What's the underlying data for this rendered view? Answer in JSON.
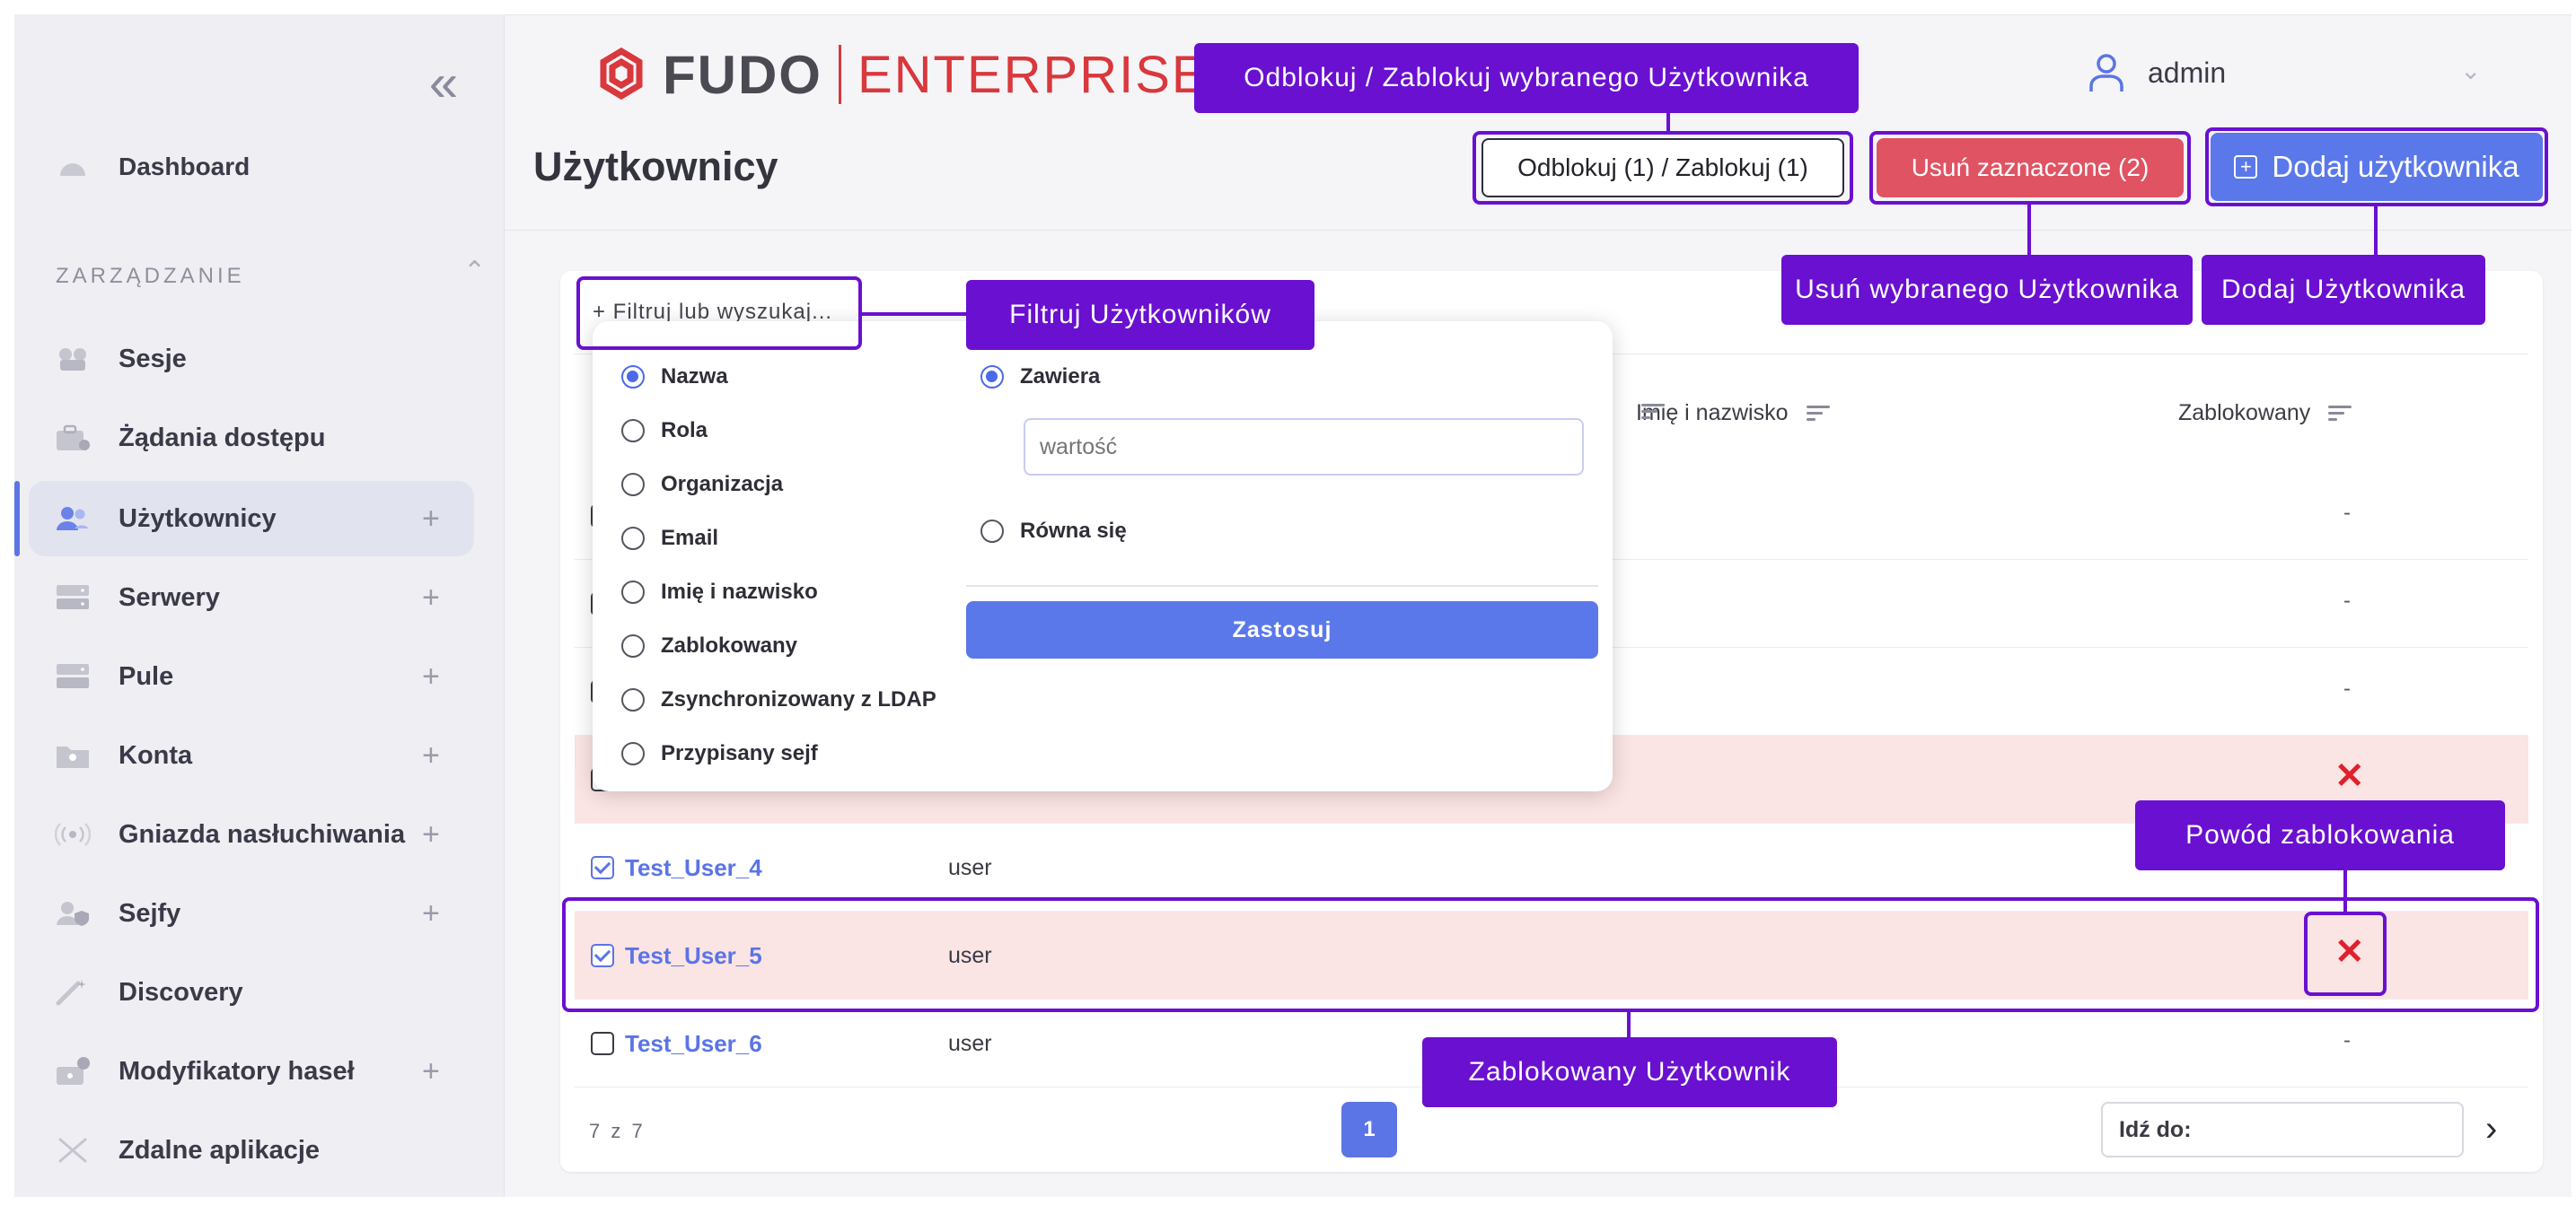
{
  "sidebar": {
    "section_title": "ZARZĄDZANIE",
    "items": [
      {
        "label": "Dashboard",
        "icon": "dashboard-icon"
      },
      {
        "label": "Sesje",
        "icon": "sessions-icon"
      },
      {
        "label": "Żądania dostępu",
        "icon": "access-requests-icon"
      },
      {
        "label": "Użytkownicy",
        "icon": "users-icon",
        "active": true,
        "plus": "+"
      },
      {
        "label": "Serwery",
        "icon": "servers-icon",
        "plus": "+"
      },
      {
        "label": "Pule",
        "icon": "pools-icon",
        "plus": "+"
      },
      {
        "label": "Konta",
        "icon": "accounts-icon",
        "plus": "+"
      },
      {
        "label": "Gniazda nasłuchiwania",
        "icon": "listeners-icon",
        "plus": "+"
      },
      {
        "label": "Sejfy",
        "icon": "safes-icon",
        "plus": "+"
      },
      {
        "label": "Discovery",
        "icon": "discovery-icon"
      },
      {
        "label": "Modyfikatory haseł",
        "icon": "password-modifiers-icon",
        "plus": "+"
      },
      {
        "label": "Zdalne aplikacje",
        "icon": "remote-apps-icon"
      }
    ]
  },
  "header": {
    "logo_fudo": "FUDO",
    "logo_enterprise": "ENTERPRISE",
    "user": "admin",
    "page_title": "Użytkownicy"
  },
  "toolbar": {
    "unblock_label": "Odblokuj (1) / Zablokuj (1)",
    "delete_label": "Usuń zaznaczone (2)",
    "add_label": "Dodaj użytkownika"
  },
  "filter": {
    "button_label": "+ Filtruj lub wyszukaj...",
    "fields": [
      "Nazwa",
      "Rola",
      "Organizacja",
      "Email",
      "Imię i nazwisko",
      "Zablokowany",
      "Zsynchronizowany z LDAP",
      "Przypisany sejf"
    ],
    "selected_field": "Nazwa",
    "operator_contains": "Zawiera",
    "operator_equals": "Równa się",
    "value_placeholder": "wartość",
    "apply_label": "Zastosuj"
  },
  "table": {
    "columns": [
      "Imię i nazwisko",
      "Zablokowany"
    ],
    "rows": [
      {
        "name": "",
        "role": "",
        "blocked": "-"
      },
      {
        "name": "",
        "role": "",
        "blocked": "-"
      },
      {
        "name": "",
        "role": "",
        "blocked": "-"
      },
      {
        "name": "",
        "role": "",
        "blocked": "✕"
      },
      {
        "name": "Test_User_4",
        "role": "user",
        "blocked": ""
      },
      {
        "name": "Test_User_5",
        "role": "user",
        "blocked": "✕"
      },
      {
        "name": "Test_User_6",
        "role": "user",
        "blocked": "-"
      }
    ]
  },
  "pagination": {
    "count": "7 z 7",
    "current_page": "1",
    "goto_label": "Idź do:"
  },
  "annotations": {
    "unblock": "Odblokuj / Zablokuj wybranego Użytkownika",
    "filter": "Filtruj Użytkowników",
    "delete": "Usuń wybranego Użytkownika",
    "add": "Dodaj Użytkownika",
    "block_reason": "Powód zablokowania",
    "blocked_user": "Zablokowany Użytkownik"
  },
  "colors": {
    "accent": "#5b74e6",
    "danger": "#e05363",
    "annotation": "#6a10d0",
    "blocked_row": "#fbe4e4"
  }
}
